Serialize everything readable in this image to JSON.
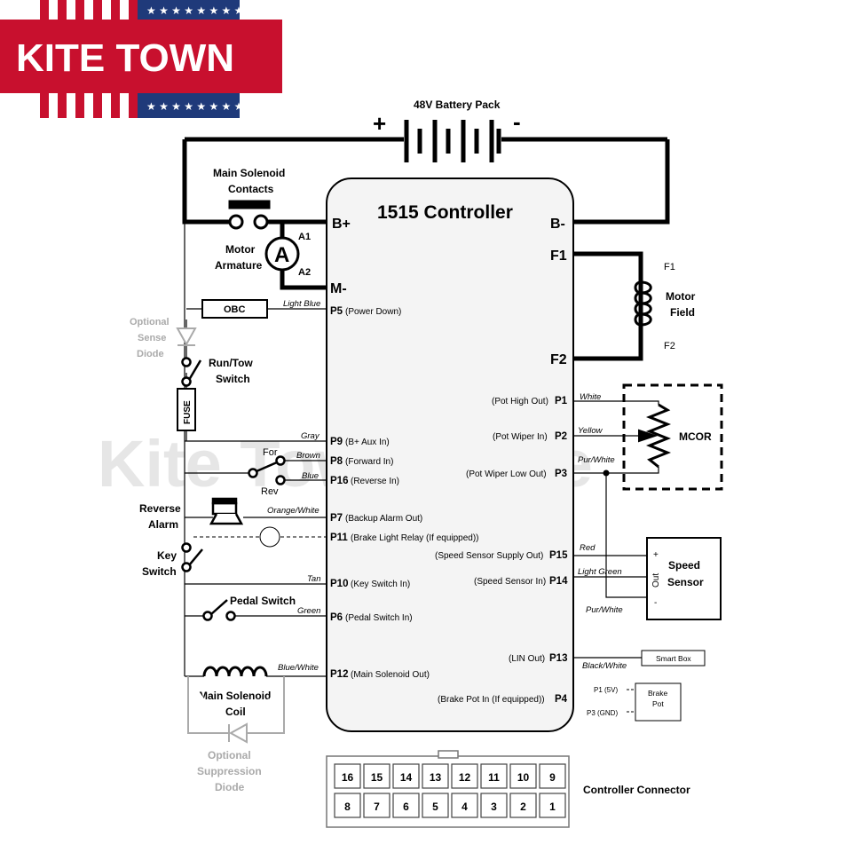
{
  "logo": {
    "text": "KITE TOWN",
    "accent": "#c8102e",
    "navy": "#1f3a7a"
  },
  "watermark": "Kite Town Store",
  "battery": {
    "label": "48V Battery Pack",
    "plus": "+",
    "minus": "-"
  },
  "controller": {
    "title": "1515 Controller",
    "bplus": "B+",
    "bminus": "B-",
    "mminus": "M-",
    "f1": "F1",
    "f2": "F2"
  },
  "labels": {
    "main_solenoid_1": "Main Solenoid",
    "main_solenoid_2": "Contacts",
    "motor_arm_1": "Motor",
    "motor_arm_2": "Armature",
    "a_symbol": "A",
    "a1": "A1",
    "a2": "A2",
    "obc": "OBC",
    "opt_sense_1": "Optional",
    "opt_sense_2": "Sense",
    "opt_sense_3": "Diode",
    "run_tow_1": "Run/Tow",
    "run_tow_2": "Switch",
    "fuse": "FUSE",
    "for": "For",
    "rev": "Rev",
    "reverse_alarm_1": "Reverse",
    "reverse_alarm_2": "Alarm",
    "key_switch_1": "Key",
    "key_switch_2": "Switch",
    "pedal_switch": "Pedal Switch",
    "coil_1": "Main Solenoid",
    "coil_2": "Coil",
    "opt_supp_1": "Optional",
    "opt_supp_2": "Suppression",
    "opt_supp_3": "Diode",
    "motor_field_f1": "F1",
    "motor_field_1": "Motor",
    "motor_field_2": "Field",
    "motor_field_f2": "F2",
    "mcor": "MCOR",
    "speed_sensor_1": "Speed",
    "speed_sensor_2": "Sensor",
    "plus": "+",
    "out": "Out",
    "minus": "-",
    "smart_box": "Smart Box",
    "brake_pot_1": "Brake",
    "brake_pot_2": "Pot",
    "p1_5v": "P1 (5V)",
    "p3_gnd": "P3 (GND)",
    "connector_label": "Controller Connector"
  },
  "wires": {
    "light_blue": "Light Blue",
    "gray": "Gray",
    "brown": "Brown",
    "blue": "Blue",
    "orange_white": "Orange/White",
    "tan": "Tan",
    "green": "Green",
    "blue_white": "Blue/White",
    "white": "White",
    "yellow": "Yellow",
    "pur_white": "Pur/White",
    "red": "Red",
    "light_green": "Light Green",
    "pur_white_2": "Pur/White",
    "black_white": "Black/White"
  },
  "left_pins": [
    {
      "num": "P5",
      "desc": "(Power Down)"
    },
    {
      "num": "P9",
      "desc": "(B+ Aux In)"
    },
    {
      "num": "P8",
      "desc": "(Forward In)"
    },
    {
      "num": "P16",
      "desc": "(Reverse In)"
    },
    {
      "num": "P7",
      "desc": "(Backup Alarm Out)"
    },
    {
      "num": "P11",
      "desc": "(Brake Light Relay (If equipped))"
    },
    {
      "num": "P10",
      "desc": "(Key Switch In)"
    },
    {
      "num": "P6",
      "desc": "(Pedal Switch In)"
    },
    {
      "num": "P12",
      "desc": "(Main Solenoid Out)"
    }
  ],
  "right_pins": [
    {
      "num": "P1",
      "desc": "(Pot High Out)"
    },
    {
      "num": "P2",
      "desc": "(Pot Wiper In)"
    },
    {
      "num": "P3",
      "desc": "(Pot Wiper Low Out)"
    },
    {
      "num": "P15",
      "desc": "(Speed Sensor Supply Out)"
    },
    {
      "num": "P14",
      "desc": "(Speed Sensor In)"
    },
    {
      "num": "P13",
      "desc": "(LIN Out)"
    },
    {
      "num": "P4",
      "desc": "(Brake Pot In (If equipped))"
    }
  ],
  "connector_top": [
    "16",
    "15",
    "14",
    "13",
    "12",
    "11",
    "10",
    "9"
  ],
  "connector_bottom": [
    "8",
    "7",
    "6",
    "5",
    "4",
    "3",
    "2",
    "1"
  ]
}
